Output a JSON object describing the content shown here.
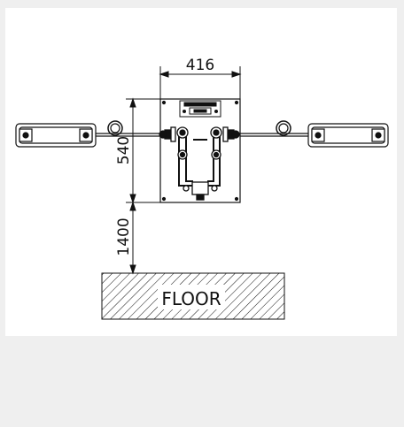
{
  "drawing": {
    "dimension_width": "416",
    "dimension_height": "540",
    "dimension_floor_clearance": "1400",
    "floor_label": "FLOOR",
    "line_color": "#111111",
    "background": "#ffffff"
  }
}
